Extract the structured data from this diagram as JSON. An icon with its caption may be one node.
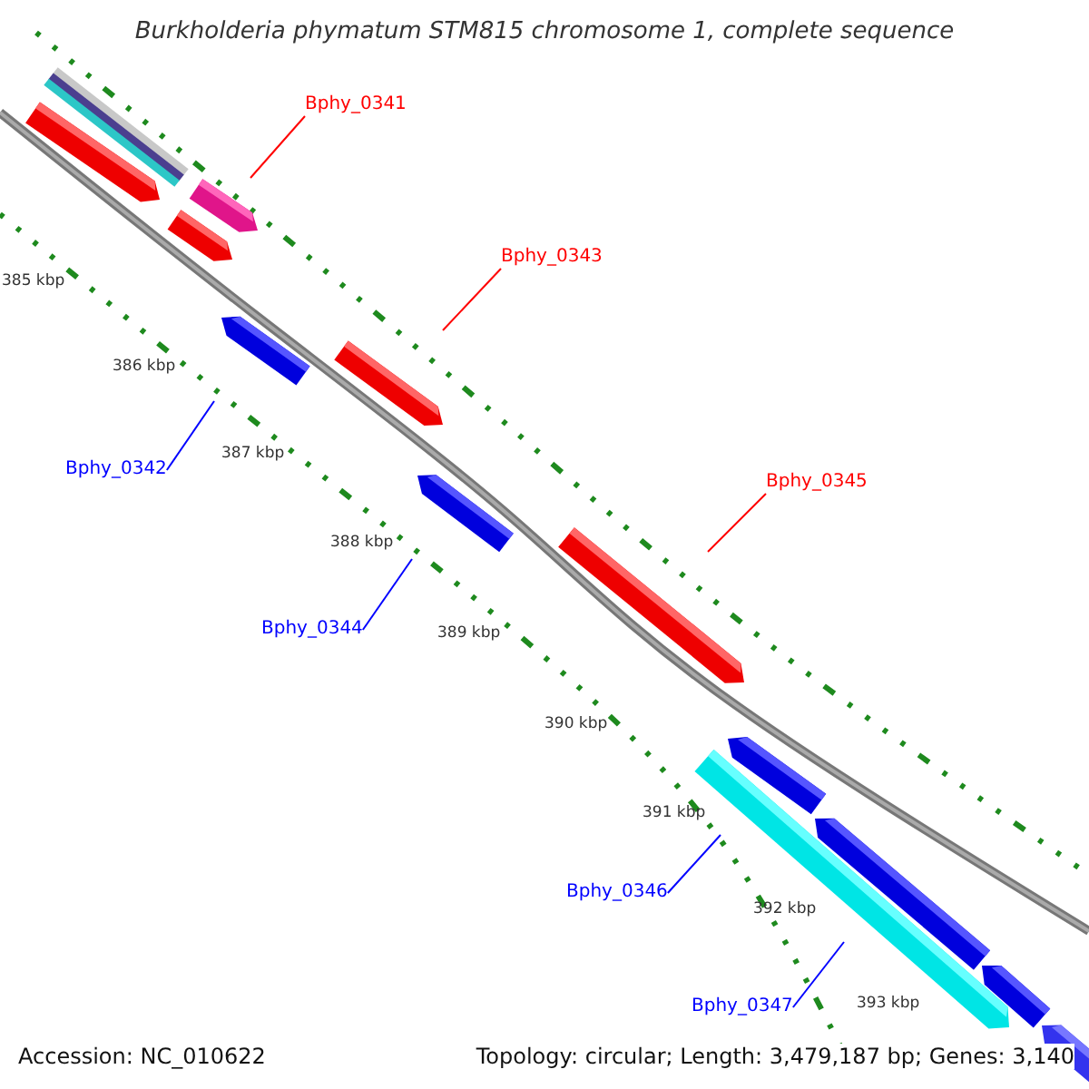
{
  "diagram": {
    "title": "Burkholderia phymatum STM815 chromosome 1, complete sequence",
    "nodes": [
      {
        "text": [
          "Bphy_0341"
        ]
      },
      {
        "text": [
          "Bphy_0343"
        ]
      },
      {
        "text": [
          "Bphy_0342"
        ]
      },
      {
        "text": [
          "Bphy_0345"
        ]
      },
      {
        "text": [
          "Bphy_0344"
        ]
      },
      {
        "text": [
          "Bphy_0346"
        ]
      },
      {
        "text": [
          "Bphy_0347"
        ]
      }
    ],
    "edges": [
      {
        "from": 0,
        "to": null,
        "arrow": "none",
        "color": "#ff0000"
      },
      {
        "from": 1,
        "to": null,
        "arrow": "none",
        "color": "#ff0000"
      },
      {
        "from": 2,
        "to": null,
        "arrow": "none"
      },
      {
        "from": 3,
        "to": null,
        "arrow": "none",
        "color": "#ff0000"
      },
      {
        "from": 4,
        "to": null,
        "arrow": "none"
      },
      {
        "from": 5,
        "to": null,
        "arrow": "none"
      },
      {
        "from": 6,
        "to": null,
        "arrow": "none"
      }
    ],
    "labels": [
      "385 kbp",
      "386 kbp",
      "387 kbp",
      "388 kbp",
      "389 kbp",
      "390 kbp",
      "391 kbp",
      "392 kbp",
      "393 kbp",
      "Accession: NC_010622",
      "Topology: circular; Length: 3,479,187 bp; Genes: 3,140"
    ]
  }
}
